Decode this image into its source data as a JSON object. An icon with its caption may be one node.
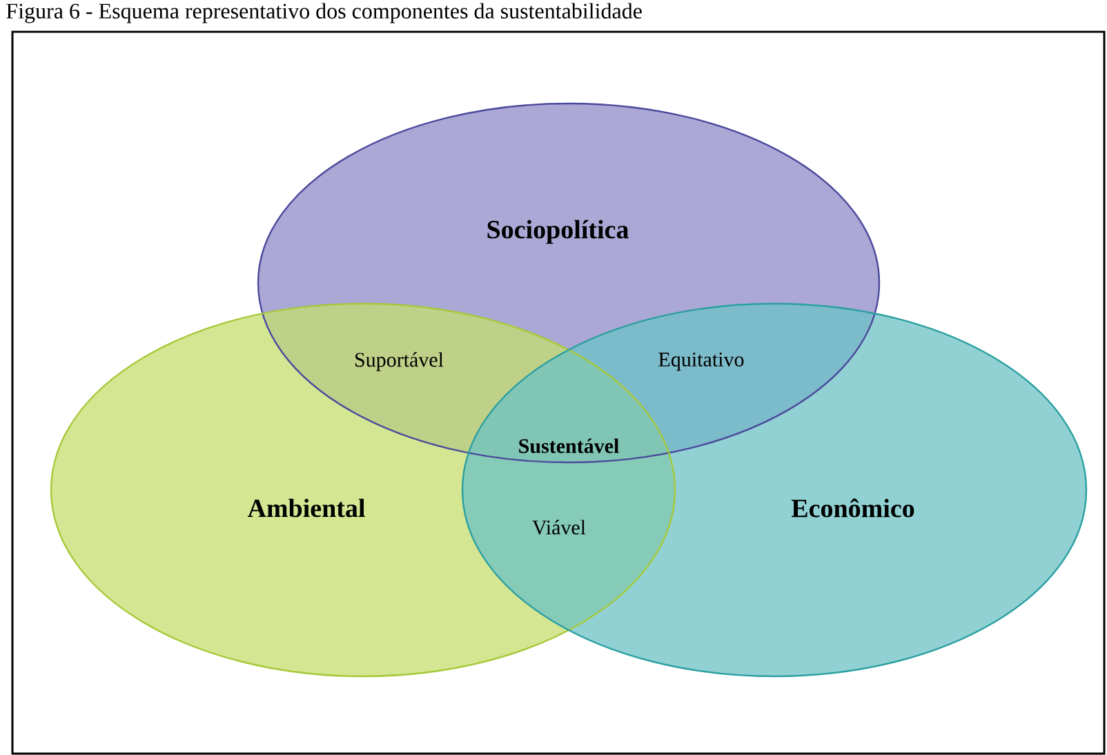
{
  "diagram": {
    "title": "Figura 6 - Esquema representativo dos componentes da sustentabilidade",
    "nodes": [
      {
        "text": [
          "**Sociopolítica**"
        ]
      },
      {
        "text": [
          "**Ambiental**"
        ]
      },
      {
        "text": [
          "**Econômico**"
        ]
      }
    ],
    "labels": [
      "Suportável",
      "Equitativo",
      "**Sustentável**",
      "Viável"
    ]
  }
}
